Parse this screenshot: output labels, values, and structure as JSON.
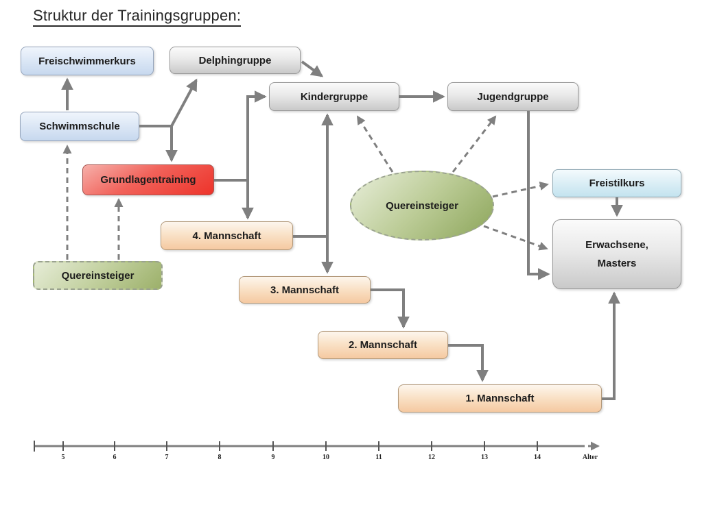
{
  "title": "Struktur der Trainingsgruppen:",
  "diagram": {
    "nodes": {
      "freischwimmerkurs": {
        "label": "Freischwimmerkurs",
        "color": "#c7d8ee"
      },
      "delphingruppe": {
        "label": "Delphingruppe",
        "color": "#c9c9c9"
      },
      "schwimmschule": {
        "label": "Schwimmschule",
        "color": "#c7d8ee"
      },
      "kindergruppe": {
        "label": "Kindergruppe",
        "color": "#c9c9c9"
      },
      "jugendgruppe": {
        "label": "Jugendgruppe",
        "color": "#c9c9c9"
      },
      "grundlagentraining": {
        "label": "Grundlagentraining",
        "color": "#ed332a"
      },
      "mannschaft4": {
        "label": "4. Mannschaft",
        "color": "#f5c9a1"
      },
      "mannschaft3": {
        "label": "3. Mannschaft",
        "color": "#f5c9a1"
      },
      "mannschaft2": {
        "label": "2. Mannschaft",
        "color": "#f5c9a1"
      },
      "mannschaft1": {
        "label": "1. Mannschaft",
        "color": "#f5c9a1"
      },
      "quereinsteiger_box": {
        "label": "Quereinsteiger",
        "color": "#9cb06a"
      },
      "quereinsteiger_ellipse": {
        "label": "Quereinsteiger",
        "color": "#8ca55a"
      },
      "freistilkurs": {
        "label": "Freistilkurs",
        "color": "#c3e3ef"
      },
      "erwachsene": {
        "lines": {
          "0": "Erwachsene,",
          "1": "Masters"
        },
        "color": "#c9c9c9"
      }
    },
    "edges": [
      {
        "from": "Schwimmschule",
        "to": "Freischwimmerkurs",
        "style": "solid"
      },
      {
        "from": "Schwimmschule",
        "to": "Delphingruppe",
        "style": "solid"
      },
      {
        "from": "Schwimmschule",
        "to": "Grundlagentraining",
        "style": "solid"
      },
      {
        "from": "Delphingruppe",
        "to": "Kindergruppe",
        "style": "solid"
      },
      {
        "from": "Grundlagentraining",
        "to": "Kindergruppe",
        "style": "solid"
      },
      {
        "from": "Grundlagentraining",
        "to": "4. Mannschaft",
        "style": "solid"
      },
      {
        "from": "4. Mannschaft",
        "to": "Kindergruppe",
        "style": "solid"
      },
      {
        "from": "4. Mannschaft",
        "to": "3. Mannschaft",
        "style": "solid"
      },
      {
        "from": "Kindergruppe",
        "to": "Jugendgruppe",
        "style": "solid"
      },
      {
        "from": "Jugendgruppe",
        "to": "Erwachsene, Masters",
        "style": "solid"
      },
      {
        "from": "Freistilkurs",
        "to": "Erwachsene, Masters",
        "style": "solid"
      },
      {
        "from": "3. Mannschaft",
        "to": "2. Mannschaft",
        "style": "solid"
      },
      {
        "from": "2. Mannschaft",
        "to": "1. Mannschaft",
        "style": "solid"
      },
      {
        "from": "1. Mannschaft",
        "to": "Erwachsene, Masters",
        "style": "solid"
      },
      {
        "from": "Quereinsteiger (Kasten)",
        "to": "Schwimmschule",
        "style": "dashed"
      },
      {
        "from": "Quereinsteiger (Kasten)",
        "to": "Grundlagentraining",
        "style": "dashed"
      },
      {
        "from": "Quereinsteiger (Ellipse)",
        "to": "Kindergruppe",
        "style": "dashed"
      },
      {
        "from": "Quereinsteiger (Ellipse)",
        "to": "Jugendgruppe",
        "style": "dashed"
      },
      {
        "from": "Quereinsteiger (Ellipse)",
        "to": "Freistilkurs",
        "style": "dashed"
      },
      {
        "from": "Quereinsteiger (Ellipse)",
        "to": "Erwachsene, Masters",
        "style": "dashed"
      }
    ]
  },
  "axis": {
    "ticks": [
      "5",
      "6",
      "7",
      "8",
      "9",
      "10",
      "11",
      "12",
      "13",
      "14"
    ],
    "label": "Alter"
  },
  "colors": {
    "arrow": "#7f7f7f",
    "background": "#ffffff",
    "text": "#1c1c1c"
  }
}
